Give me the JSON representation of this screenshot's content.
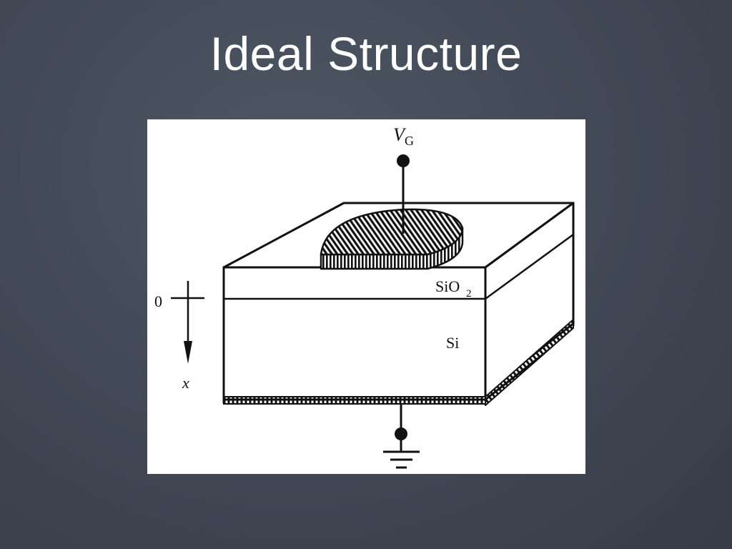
{
  "slide": {
    "title": "Ideal Structure"
  },
  "diagram": {
    "gate_label_main": "V",
    "gate_label_sub": "G",
    "oxide_label_main": "SiO",
    "oxide_label_sub": "2",
    "substrate_label": "Si",
    "axis_origin_label": "0",
    "axis_direction_label": "x"
  },
  "colors": {
    "background": "#434a57",
    "title_text": "#ffffff",
    "figure_background": "#ffffff",
    "ink": "#111111"
  }
}
